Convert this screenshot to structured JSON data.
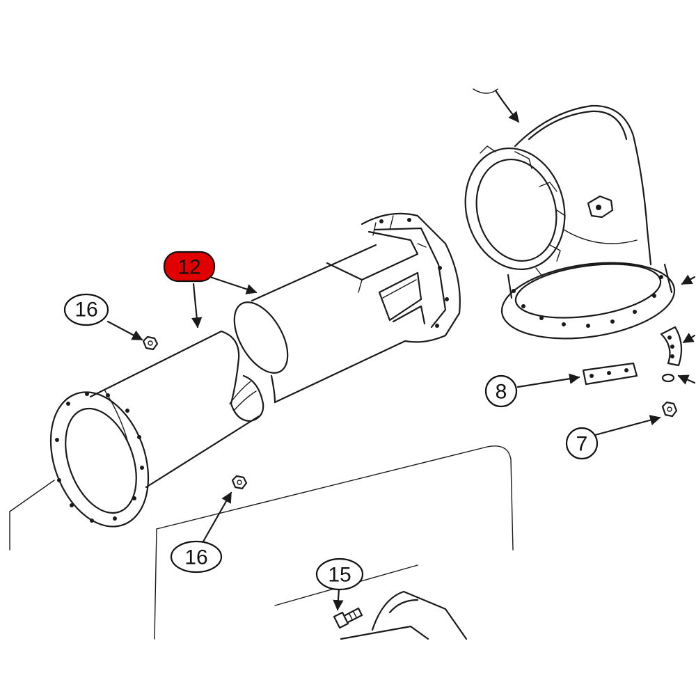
{
  "colors": {
    "line": "#1a1a1a",
    "background": "#ffffff",
    "highlight": "#e00000"
  },
  "callouts": {
    "c12": {
      "label": "12",
      "highlighted": true
    },
    "c16a": {
      "label": "16"
    },
    "c16b": {
      "label": "16"
    },
    "c8": {
      "label": "8"
    },
    "c7": {
      "label": "7"
    },
    "c15": {
      "label": "15"
    }
  }
}
